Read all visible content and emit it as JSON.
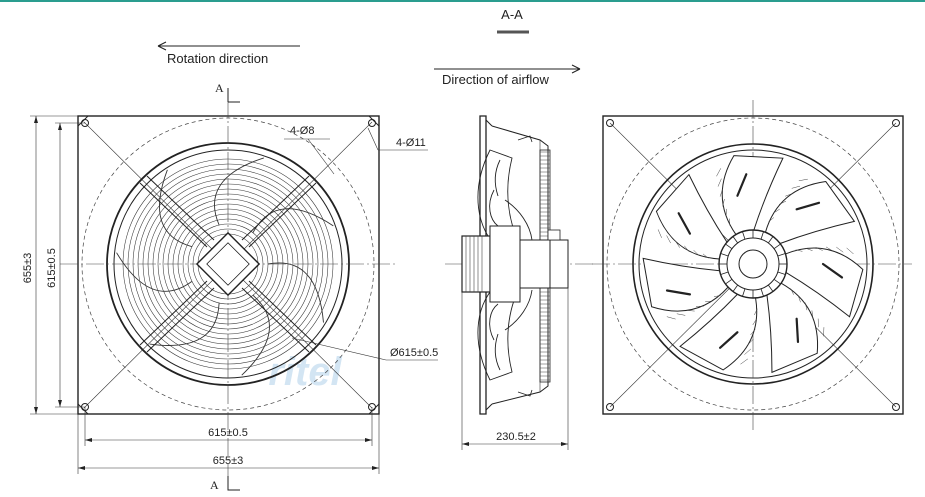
{
  "section_title": "A-A",
  "section_mark_top": "A",
  "section_mark_bottom": "A",
  "rotation_label": "Rotation direction",
  "airflow_label": "Direction of airflow",
  "dimensions": {
    "outer_height": "655±3",
    "inner_height": "615±0.5",
    "inner_width": "615±0.5",
    "outer_width": "655±3",
    "depth": "230.5±2",
    "guard_diameter": "Ø615±0.5",
    "hole_small": "4-Ø8",
    "hole_large": "4-Ø11"
  },
  "watermark_text": "ritel",
  "colors": {
    "line": "#222222",
    "accent": "#2a9d8f",
    "section_bar": "#555555",
    "watermark": "#9fc7e6"
  }
}
